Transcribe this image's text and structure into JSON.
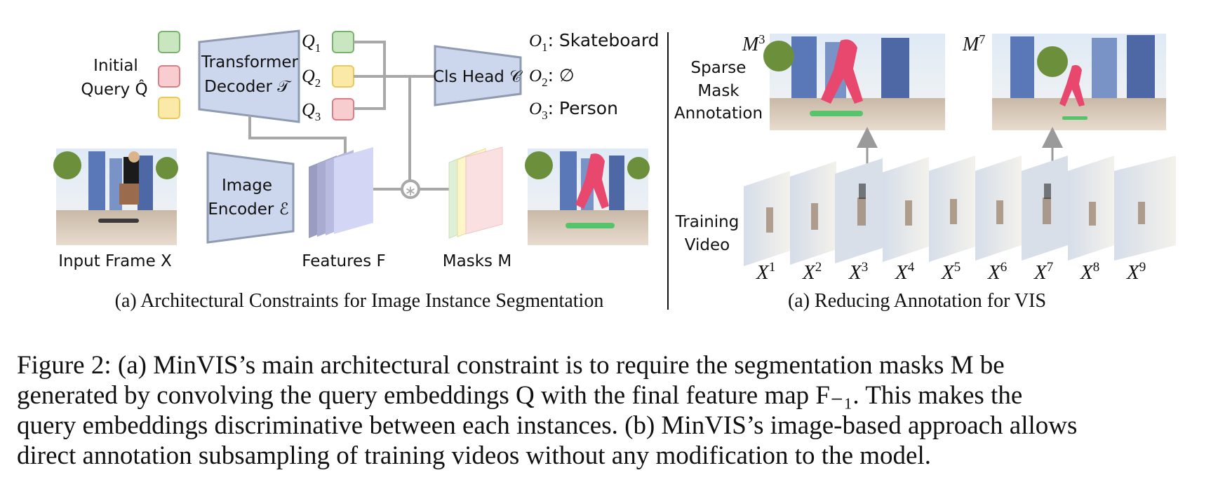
{
  "figure": {
    "left_panel": {
      "initial_query_label": "Initial",
      "initial_query_label2": "Query Q̂",
      "transformer_decoder_label1": "Transformer",
      "transformer_decoder_label2": "Decoder 𝒯",
      "image_encoder_label1": "Image",
      "image_encoder_label2": "Encoder ℰ",
      "cls_head_label": "Cls Head 𝒞",
      "queries": [
        "Q",
        "Q",
        "Q"
      ],
      "query_subscripts": [
        "1",
        "2",
        "3"
      ],
      "outputs": [
        {
          "sym": "O",
          "sub": "1",
          "text": ": Skateboard"
        },
        {
          "sym": "O",
          "sub": "2",
          "text": ": ∅"
        },
        {
          "sym": "O",
          "sub": "3",
          "text": ": Person"
        }
      ],
      "input_frame_label": "Input Frame X",
      "features_label": "Features F",
      "masks_label": "Masks M",
      "subcaption": "(a) Architectural Constraints for Image Instance Segmentation",
      "conv_symbol": "∗"
    },
    "right_panel": {
      "sparse_label": [
        "Sparse",
        "Mask",
        "Annotation"
      ],
      "training_label": [
        "Training",
        "Video"
      ],
      "mask_frames": [
        {
          "sym": "M",
          "sup": "3"
        },
        {
          "sym": "M",
          "sup": "7"
        }
      ],
      "frames": [
        {
          "sym": "X",
          "sup": "1"
        },
        {
          "sym": "X",
          "sup": "2"
        },
        {
          "sym": "X",
          "sup": "3"
        },
        {
          "sym": "X",
          "sup": "4"
        },
        {
          "sym": "X",
          "sup": "5"
        },
        {
          "sym": "X",
          "sup": "6"
        },
        {
          "sym": "X",
          "sup": "7"
        },
        {
          "sym": "X",
          "sup": "8"
        },
        {
          "sym": "X",
          "sup": "9"
        }
      ],
      "subcaption": "(a) Reducing Annotation for VIS"
    }
  },
  "caption": {
    "lines": [
      "Figure 2: (a) MinVIS’s main architectural constraint is to require the segmentation masks M be",
      "generated by convolving the query embeddings Q with the final feature map F₋₁. This makes the",
      "query embeddings discriminative between each instances. (b) MinVIS’s image-based approach allows",
      "direct annotation subsampling of training videos without any modification to the model."
    ]
  },
  "colors": {
    "block_fill": "#ccd6ec",
    "block_stroke": "#8f9bb0",
    "line": "#a8a8a8",
    "green": "#c9e6c0",
    "yellow": "#fbe9a8",
    "red": "#f7cdd0",
    "mask_red": "#e8476e"
  }
}
